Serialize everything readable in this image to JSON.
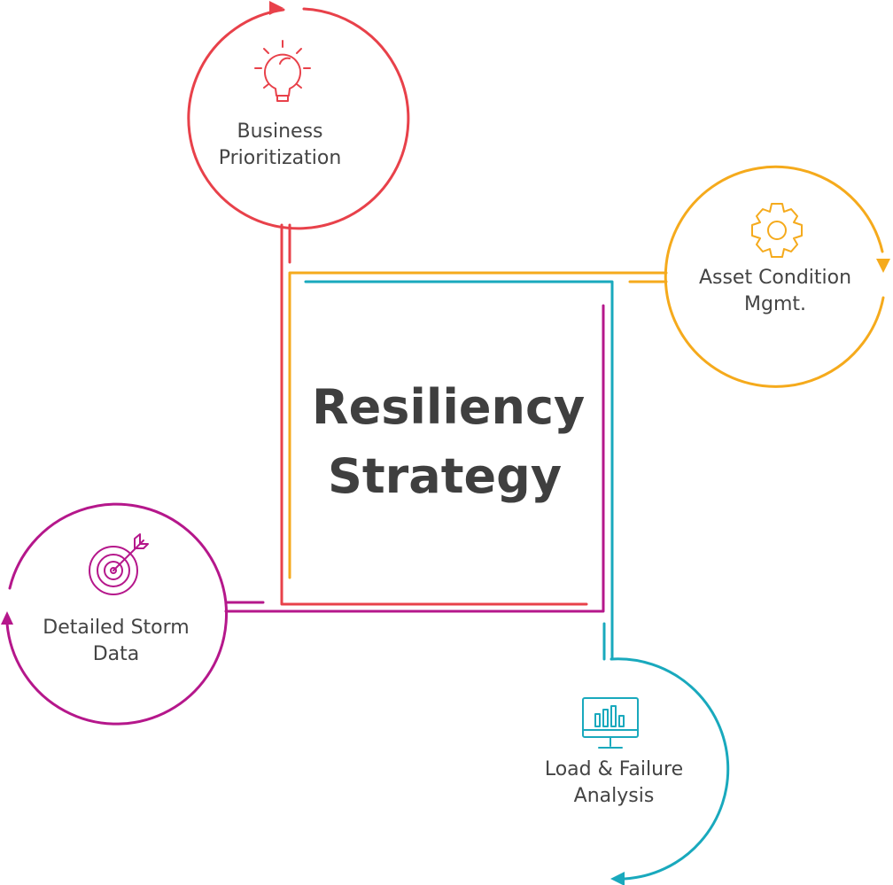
{
  "title": {
    "line1": "Resiliency",
    "line2": "Strategy"
  },
  "nodes": {
    "business": {
      "line1": "Business",
      "line2": "Prioritization",
      "color": "#e8414a",
      "icon": "lightbulb-icon"
    },
    "asset": {
      "line1": "Asset Condition",
      "line2": "Mgmt.",
      "color": "#f5aa1c",
      "icon": "gear-icon"
    },
    "storm": {
      "line1": "Detailed Storm",
      "line2": "Data",
      "color": "#b5178b",
      "icon": "target-icon"
    },
    "load": {
      "line1": "Load & Failure",
      "line2": "Analysis",
      "color": "#19a9bd",
      "icon": "monitor-chart-icon"
    }
  }
}
